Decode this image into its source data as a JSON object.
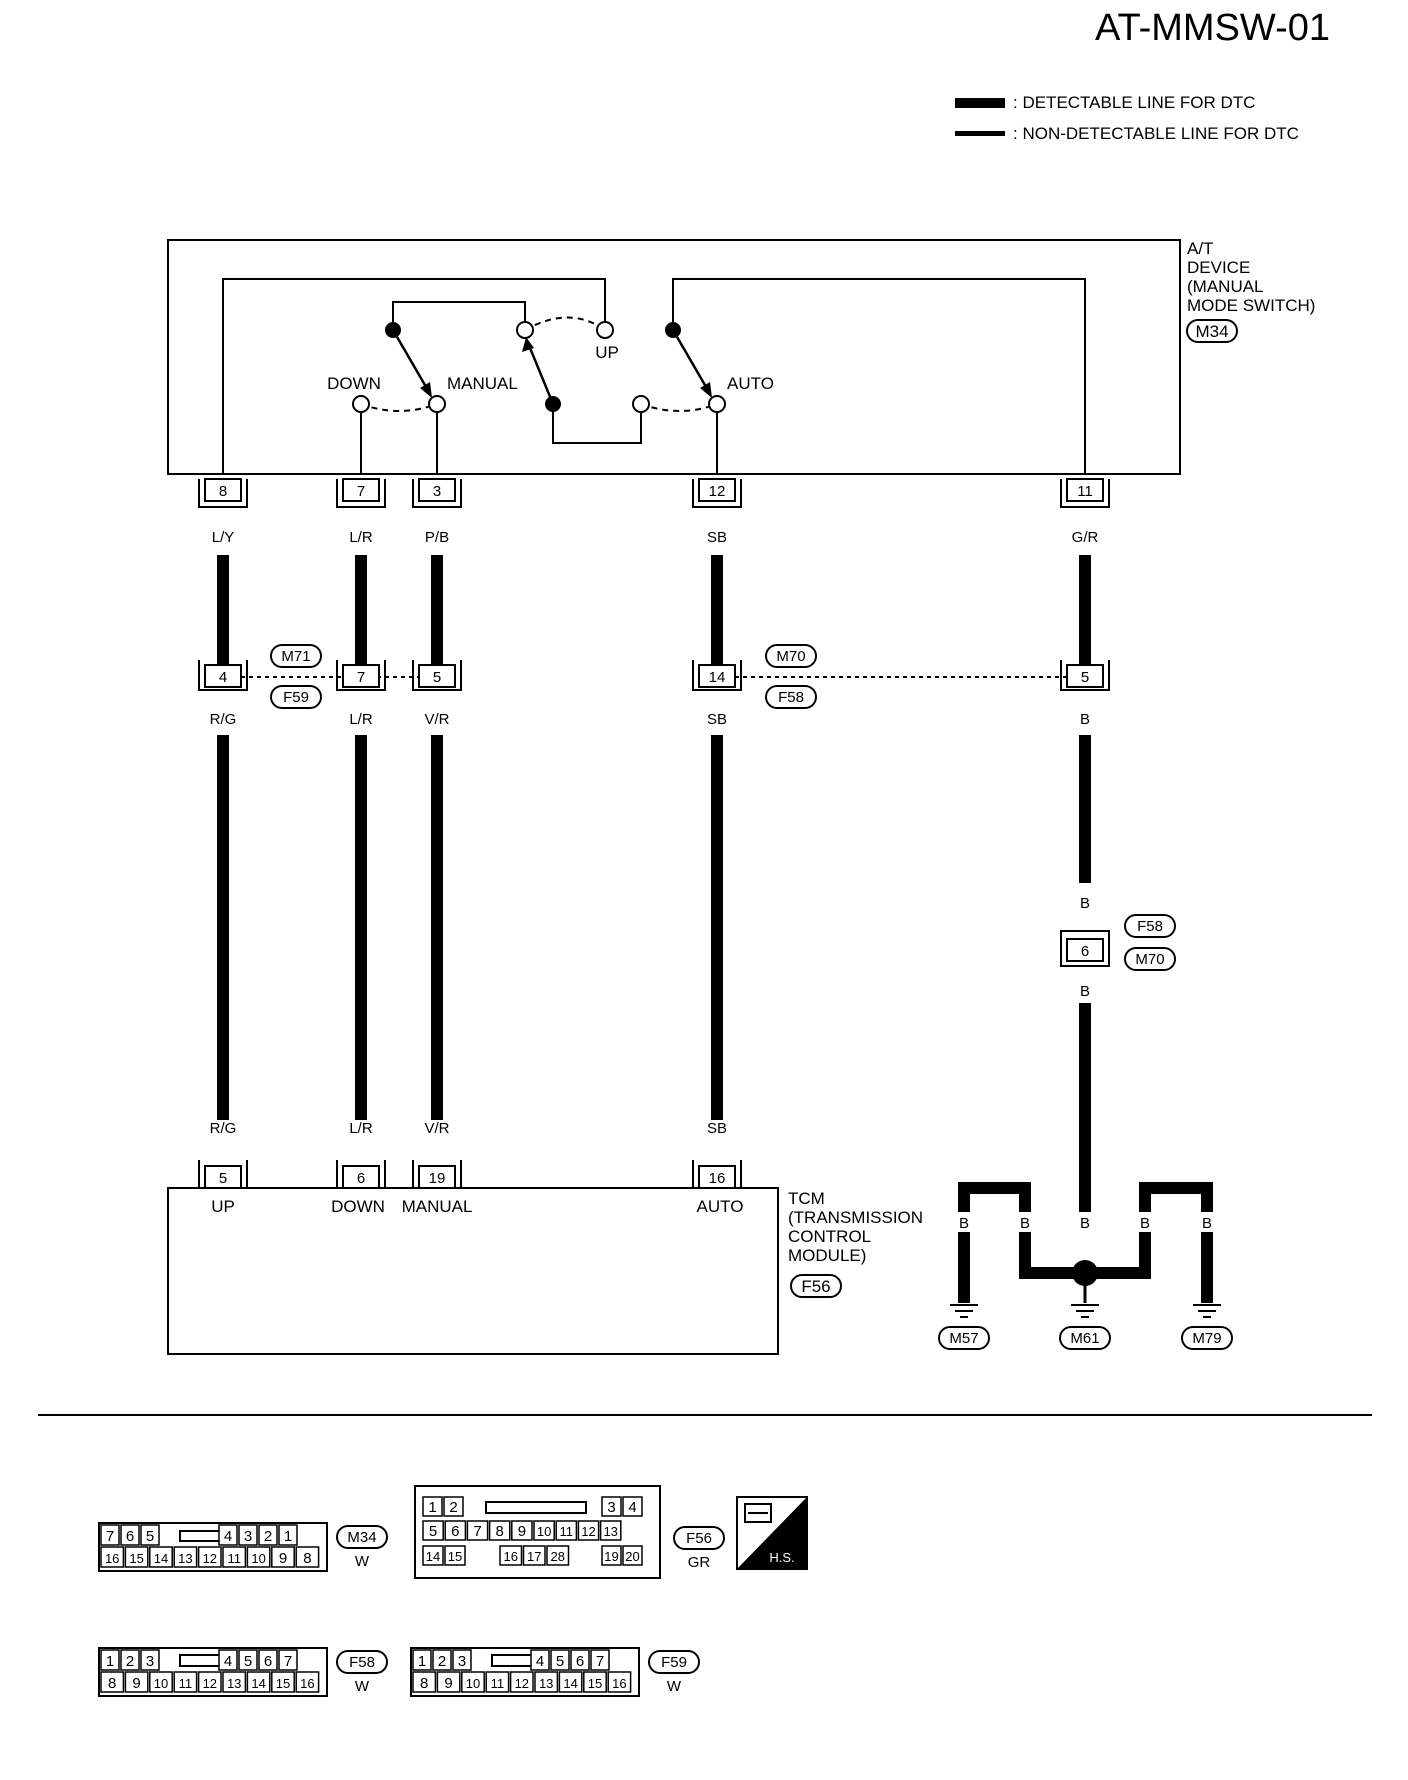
{
  "title": "AT-MMSW-01",
  "legend": {
    "detectable": ": DETECTABLE LINE FOR DTC",
    "non_detectable": ": NON-DETECTABLE LINE FOR DTC"
  },
  "device": {
    "lines": [
      "A/T",
      "DEVICE",
      "(MANUAL",
      "MODE SWITCH)"
    ],
    "connector": "M34",
    "switch_labels": {
      "down": "DOWN",
      "manual": "MANUAL",
      "up": "UP",
      "auto": "AUTO"
    },
    "terminals": [
      "8",
      "7",
      "3",
      "12",
      "11"
    ],
    "wire_colors": [
      "L/Y",
      "L/R",
      "P/B",
      "SB",
      "G/R"
    ]
  },
  "junction": {
    "connector_top_left": "M71",
    "connector_bottom_left": "F59",
    "connector_top_right": "M70",
    "connector_bottom_right": "F58",
    "terminals": [
      "4",
      "7",
      "5",
      "14",
      "5"
    ],
    "wire_colors": [
      "R/G",
      "L/R",
      "V/R",
      "SB",
      "B"
    ]
  },
  "ground_connector": {
    "wire_color_top": "B",
    "terminal": "6",
    "connector_a": "F58",
    "connector_b": "M70",
    "wire_color_bottom": "B"
  },
  "tcm": {
    "wire_colors": [
      "R/G",
      "L/R",
      "V/R",
      "SB"
    ],
    "terminals": [
      "5",
      "6",
      "19",
      "16"
    ],
    "pin_labels": [
      "UP",
      "DOWN",
      "MANUAL",
      "AUTO"
    ],
    "lines": [
      "TCM",
      "(TRANSMISSION",
      "CONTROL",
      "MODULE)"
    ],
    "connector": "F56"
  },
  "grounds": {
    "wire_colors": [
      "B",
      "B",
      "B",
      "B",
      "B"
    ],
    "labels": [
      "M57",
      "M61",
      "M79"
    ]
  },
  "connector_views": {
    "m34": {
      "id": "M34",
      "color": "W",
      "row1": [
        "7",
        "6",
        "5",
        "4",
        "3",
        "2",
        "1"
      ],
      "row2": [
        "16",
        "15",
        "14",
        "13",
        "12",
        "11",
        "10",
        "9",
        "8"
      ]
    },
    "f56": {
      "id": "F56",
      "color": "GR",
      "row1": [
        "1",
        "2",
        "3",
        "4"
      ],
      "row2": [
        "5",
        "6",
        "7",
        "8",
        "9",
        "10",
        "11",
        "12",
        "13"
      ],
      "row3": [
        "14",
        "15",
        "16",
        "17",
        "28",
        "19",
        "20"
      ]
    },
    "f58": {
      "id": "F58",
      "color": "W",
      "row1": [
        "1",
        "2",
        "3",
        "4",
        "5",
        "6",
        "7"
      ],
      "row2": [
        "8",
        "9",
        "10",
        "11",
        "12",
        "13",
        "14",
        "15",
        "16"
      ]
    },
    "f59": {
      "id": "F59",
      "color": "W",
      "row1": [
        "1",
        "2",
        "3",
        "4",
        "5",
        "6",
        "7"
      ],
      "row2": [
        "8",
        "9",
        "10",
        "11",
        "12",
        "13",
        "14",
        "15",
        "16"
      ]
    },
    "hs_label": "H.S."
  }
}
